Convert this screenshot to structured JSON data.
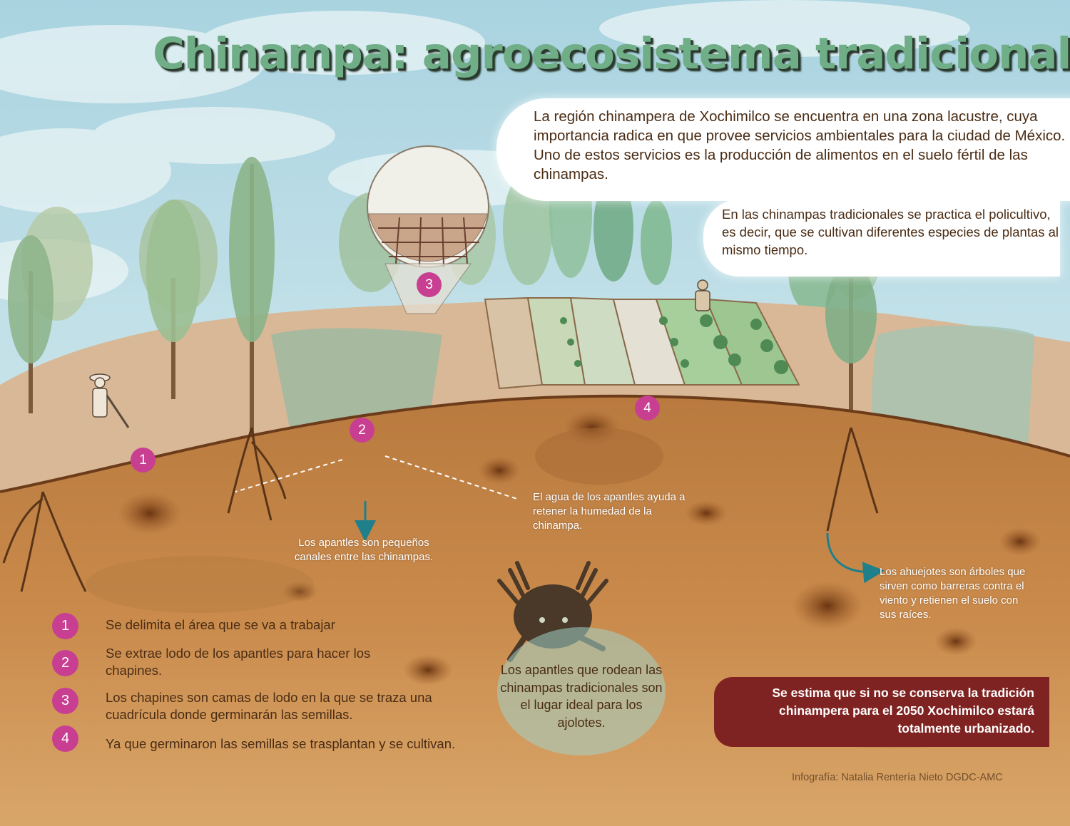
{
  "title": "Chinampa: agroecosistema tradicional",
  "intro_text": "La región chinampera de Xochimilco se encuentra en una zona lacustre, cuya importancia radica en que provee servicios ambientales para la ciudad de México. Uno de estos servicios es la producción de alimentos en el suelo fértil de las chinampas.",
  "policultivo_text": "En las chinampas tradicionales se practica el policultivo, es decir, que se cultivan diferentes especies de plantas al mismo tiempo.",
  "markers": [
    "1",
    "2",
    "3",
    "4"
  ],
  "notes": {
    "apantles": "Los apantles son pequeños canales entre las chinampas.",
    "humedad": "El agua de los apantles ayuda a retener la humedad de la chinampa.",
    "ahuejotes": "Los ahuejotes son árboles que sirven como barreras contra el viento y retienen el suelo con sus raíces."
  },
  "legend": [
    {
      "number": "1",
      "text": "Se delimita el área que se va a trabajar"
    },
    {
      "number": "2",
      "text": "Se extrae lodo de los apantles para hacer los chapines."
    },
    {
      "number": "3",
      "text": "Los chapines son camas de lodo en la que se traza una cuadrícula donde germinarán las semillas."
    },
    {
      "number": "4",
      "text": "Ya que germinaron las semillas se trasplantan y se cultivan."
    }
  ],
  "ajolote_text": "Los apantles que rodean las chinampas tradicionales son el lugar ideal para los ajolotes.",
  "warning_text": "Se estima que si no se conserva la tradición chinampera para el 2050 Xochimilco estará totalmente urbanizado.",
  "credit": "Infografía: Natalia Rentería Nieto DGDC-AMC",
  "colors": {
    "marker": "#c83f92",
    "title": "#6fae86",
    "soil": "#c98a4b",
    "warning": "#7f2322",
    "text_brown": "#4a2c14",
    "arrow_teal": "#1f7f8a"
  }
}
